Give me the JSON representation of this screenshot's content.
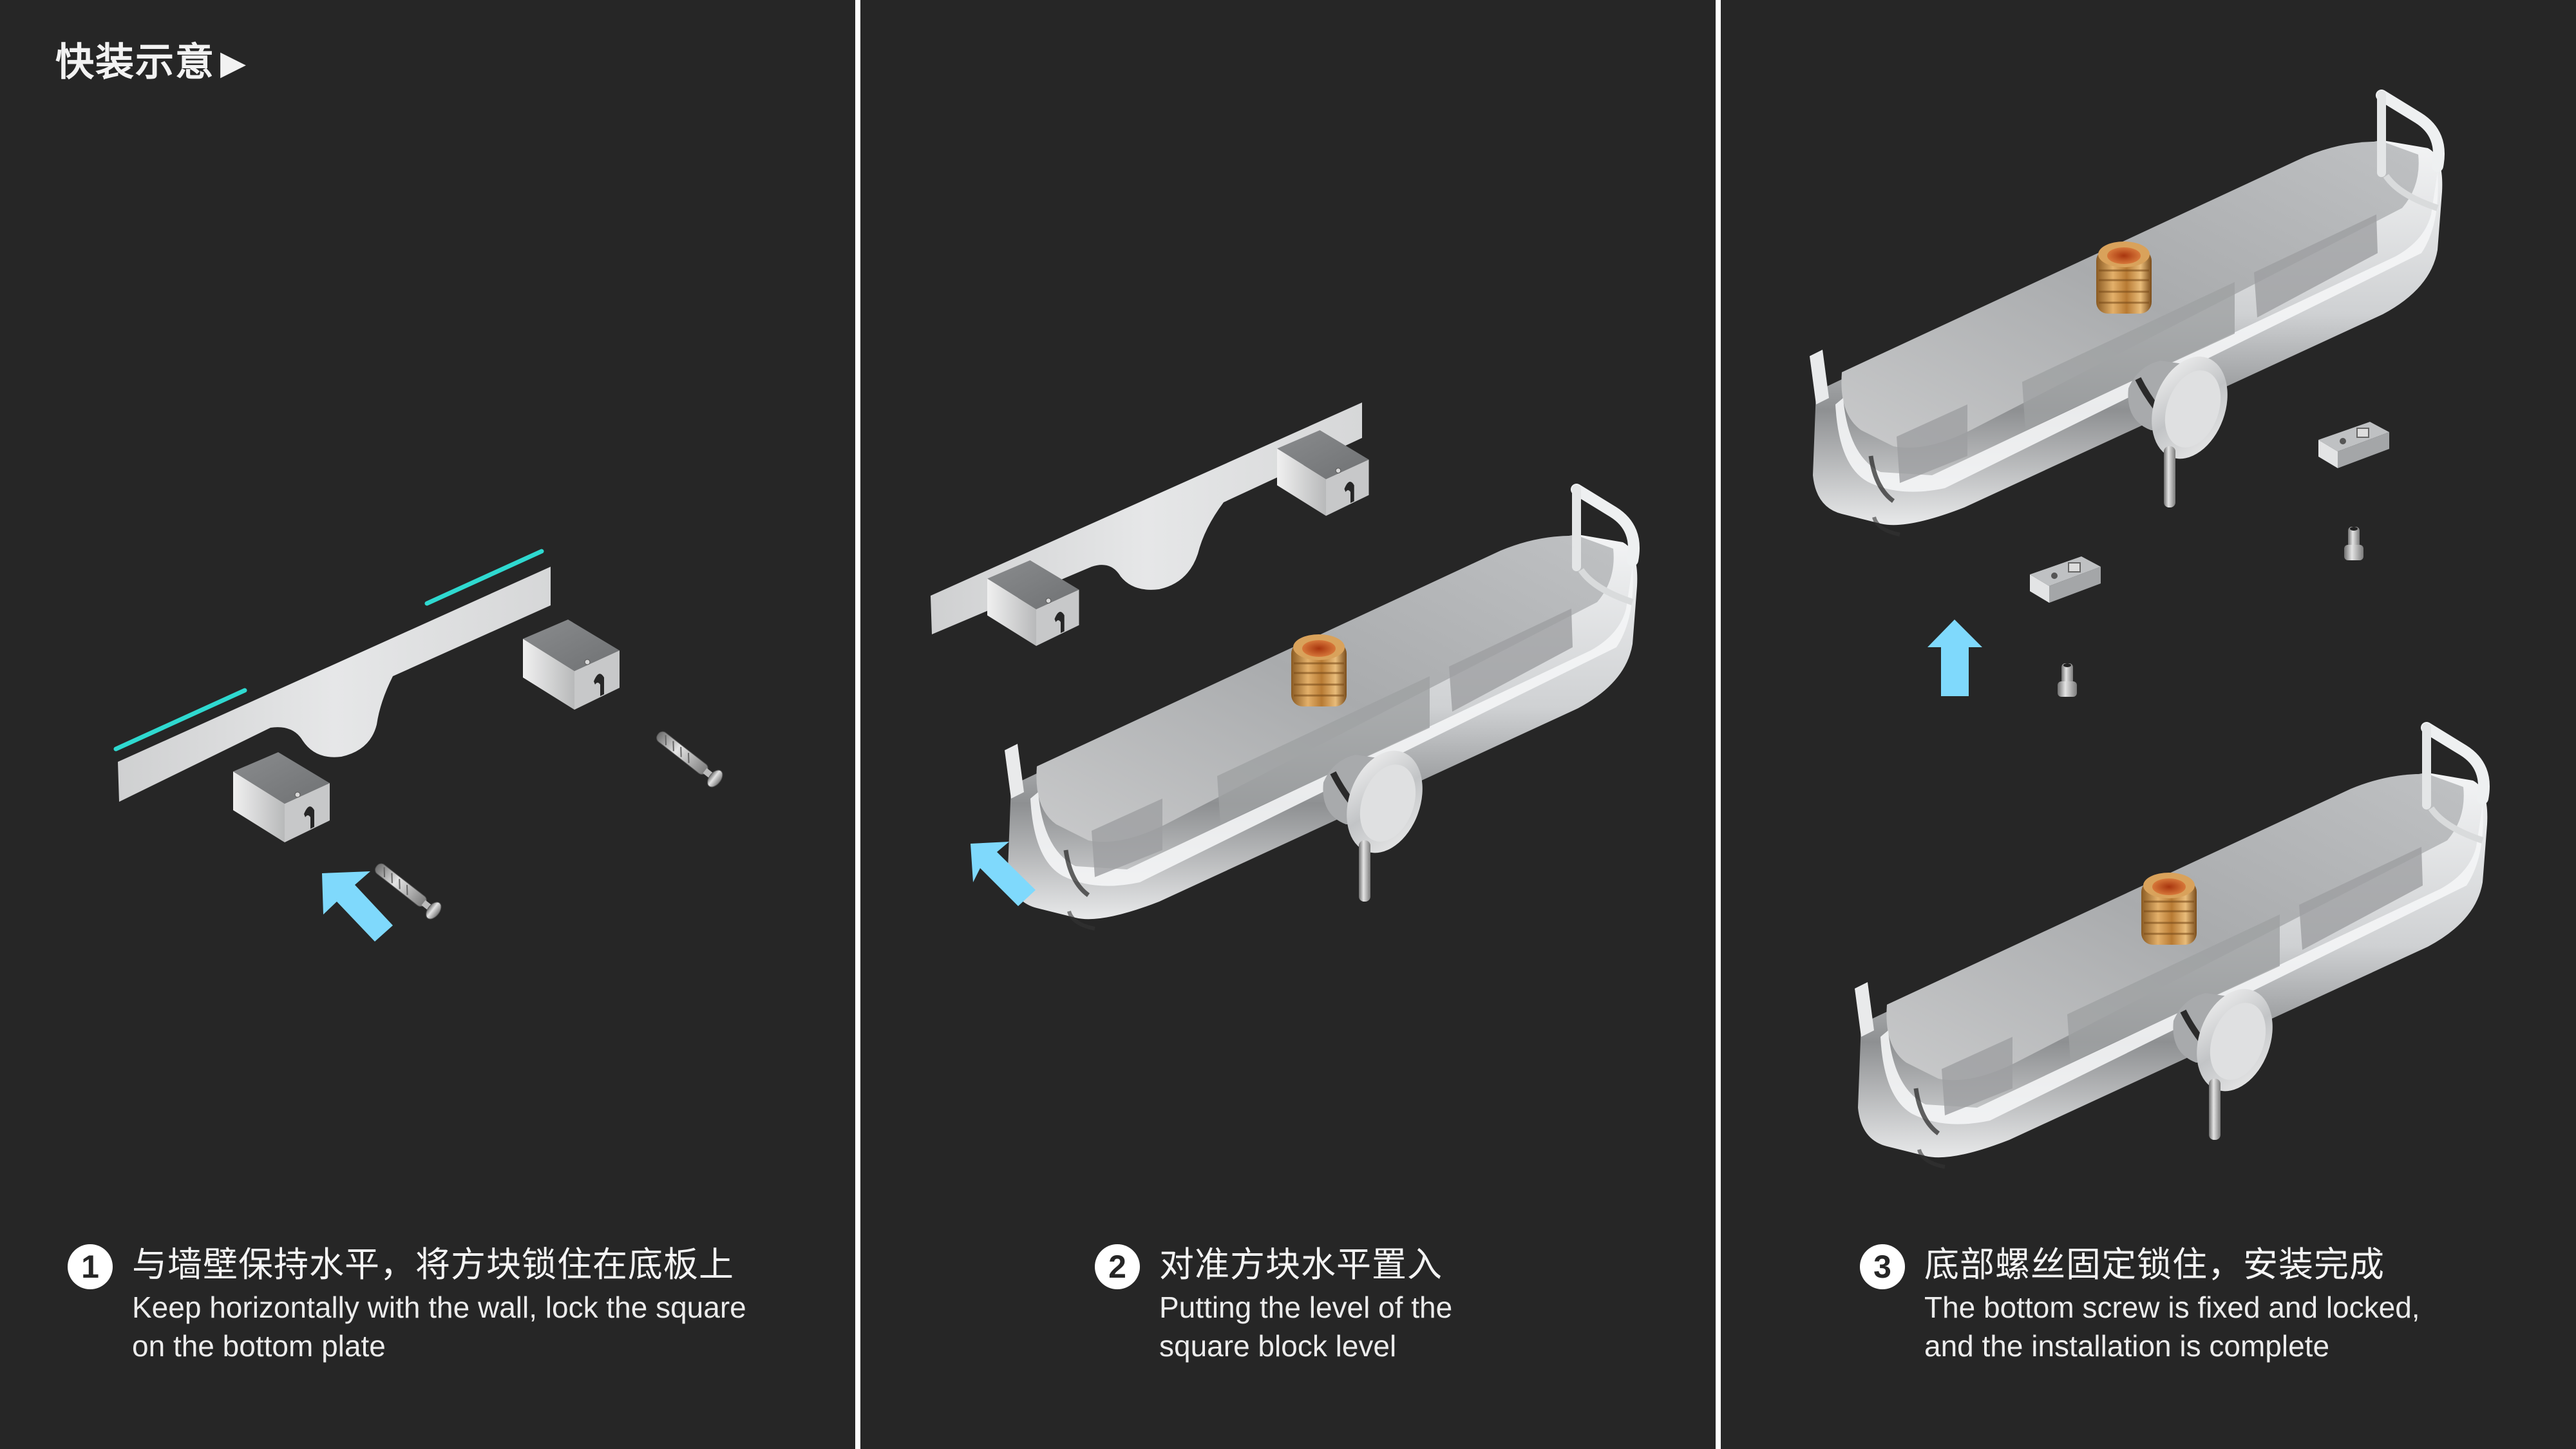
{
  "title": {
    "text": "快装示意",
    "arrow_glyph": "▶"
  },
  "colors": {
    "background": "#262626",
    "divider": "#ffffff",
    "arrow": "#7fd9fc",
    "level_line": "#2fd9d0",
    "plate": "#dcdddd",
    "chrome_light": "#e8e9ea",
    "chrome_mid": "#b9bbbd",
    "brass": "#c88a3c",
    "badge_bg": "#ffffff",
    "badge_text": "#262626"
  },
  "steps": [
    {
      "number": "1",
      "zh": "与墙壁保持水平，将方块锁住在底板上",
      "en_line1": "Keep horizontally with the wall, lock the square",
      "en_line2": "on the bottom plate",
      "illustration": [
        "wall-plate",
        "level-line",
        "level-line",
        "square-block",
        "square-block",
        "wall-anchor-screw",
        "wall-anchor-screw",
        "direction-arrow"
      ]
    },
    {
      "number": "2",
      "zh": "对准方块水平置入",
      "en_line1": "Putting the level of the",
      "en_line2": "square block level",
      "illustration": [
        "wall-plate-with-blocks",
        "shower-shelf-mixer",
        "brass-fitting",
        "direction-arrow"
      ]
    },
    {
      "number": "3",
      "zh": "底部螺丝固定锁住，安装完成",
      "en_line1": "The bottom screw is fixed and locked,",
      "en_line2": "and the installation is complete",
      "illustration": [
        "shower-shelf-mixer",
        "square-nut",
        "square-nut",
        "set-screw",
        "set-screw",
        "direction-arrow",
        "shower-shelf-mixer-installed"
      ]
    }
  ]
}
